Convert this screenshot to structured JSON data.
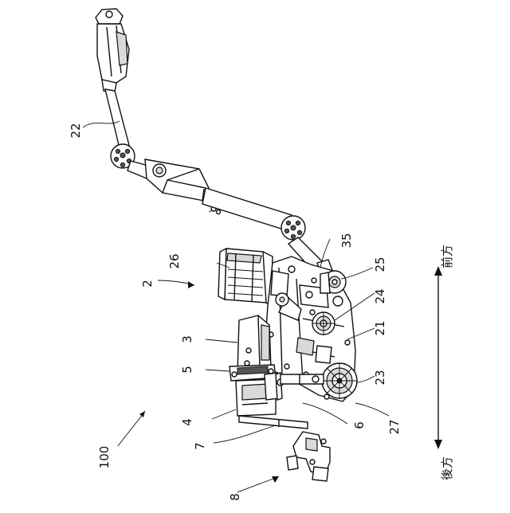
{
  "labels": {
    "l22": "22",
    "l35": "35",
    "l26": "26",
    "l2": "2",
    "l25": "25",
    "l24": "24",
    "l3": "3",
    "l21": "21",
    "l5": "5",
    "l23": "23",
    "l4": "4",
    "l6": "6",
    "l27": "27",
    "l7": "7",
    "l100": "100",
    "l8": "8"
  },
  "directions": {
    "front": "前方",
    "rear": "後方"
  }
}
